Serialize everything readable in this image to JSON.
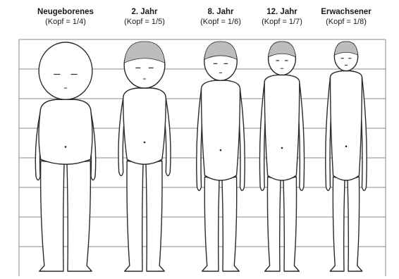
{
  "figures": [
    {
      "label": "Neugeborenes",
      "ratio": "(Kopf = 1/4)",
      "head_fraction": 0.25
    },
    {
      "label": "2. Jahr",
      "ratio": "(Kopf = 1/5)",
      "head_fraction": 0.2
    },
    {
      "label": "8. Jahr",
      "ratio": "(Kopf = 1/6)",
      "head_fraction": 0.1667
    },
    {
      "label": "12. Jahr",
      "ratio": "(Kopf = 1/7)",
      "head_fraction": 0.1429
    },
    {
      "label": "Erwachsener",
      "ratio": "(Kopf = 1/8)",
      "head_fraction": 0.125
    }
  ],
  "grid": {
    "divisions": 8
  },
  "colors": {
    "line": "#2a2a2a",
    "skin": "#ffffff",
    "hair": "#bdbdbd",
    "grid": "#8a8a8a"
  }
}
